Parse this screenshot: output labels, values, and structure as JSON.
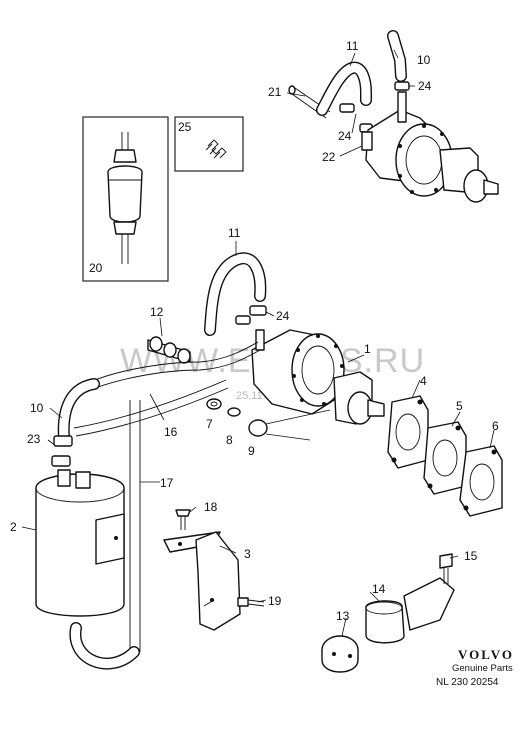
{
  "watermark": {
    "site": "WWW.ELCATS.RU",
    "date": "25.11.2012"
  },
  "brand": {
    "name": "VOLVO",
    "tagline": "Genuine Parts",
    "ref": "NL 230 20254"
  },
  "callouts": [
    {
      "id": "c1",
      "num": "1"
    },
    {
      "id": "c2",
      "num": "2"
    },
    {
      "id": "c3",
      "num": "3"
    },
    {
      "id": "c4",
      "num": "4"
    },
    {
      "id": "c5",
      "num": "5"
    },
    {
      "id": "c6",
      "num": "6"
    },
    {
      "id": "c7",
      "num": "7"
    },
    {
      "id": "c8",
      "num": "8"
    },
    {
      "id": "c9",
      "num": "9"
    },
    {
      "id": "c10a",
      "num": "10"
    },
    {
      "id": "c10b",
      "num": "10"
    },
    {
      "id": "c11a",
      "num": "11"
    },
    {
      "id": "c11b",
      "num": "11"
    },
    {
      "id": "c12",
      "num": "12"
    },
    {
      "id": "c13",
      "num": "13"
    },
    {
      "id": "c14",
      "num": "14"
    },
    {
      "id": "c15",
      "num": "15"
    },
    {
      "id": "c16",
      "num": "16"
    },
    {
      "id": "c17",
      "num": "17"
    },
    {
      "id": "c18",
      "num": "18"
    },
    {
      "id": "c19",
      "num": "19"
    },
    {
      "id": "c20",
      "num": "20"
    },
    {
      "id": "c21",
      "num": "21"
    },
    {
      "id": "c22",
      "num": "22"
    },
    {
      "id": "c23",
      "num": "23"
    },
    {
      "id": "c24a",
      "num": "24"
    },
    {
      "id": "c24b",
      "num": "24"
    },
    {
      "id": "c24c",
      "num": "24"
    },
    {
      "id": "c25",
      "num": "25"
    }
  ]
}
